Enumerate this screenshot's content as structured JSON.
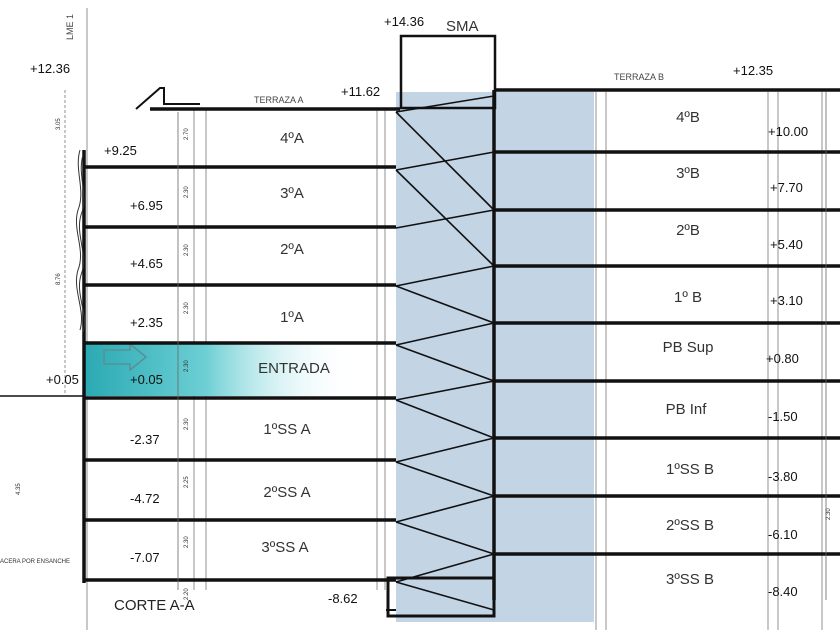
{
  "title": "CORTE A-A",
  "top_labels": {
    "sma": "SMA",
    "sma_level": "+14.36",
    "terrace_a": "TERRAZA A",
    "terrace_b": "TERRAZA B",
    "lme": "LME 1",
    "sidewalk_note": "ACERA POR ENSANCHE"
  },
  "block_a": {
    "floors": [
      "4ºA",
      "3ºA",
      "2ºA",
      "1ºA",
      "ENTRADA",
      "1ºSS A",
      "2ºSS A",
      "3ºSS A"
    ],
    "levels": [
      "+12.36",
      "+11.62",
      "+9.25",
      "+6.95",
      "+4.65",
      "+2.35",
      "+0.05",
      "+0.05",
      "-2.37",
      "-4.72",
      "-7.07",
      "-8.62"
    ]
  },
  "block_b": {
    "floors": [
      "4ºB",
      "3ºB",
      "2ºB",
      "1º B",
      "PB Sup",
      "PB Inf",
      "1ºSS B",
      "2ºSS B",
      "3ºSS B"
    ],
    "levels": [
      "+12.35",
      "+10.00",
      "+7.70",
      "+5.40",
      "+3.10",
      "+0.80",
      "-1.50",
      "-3.80",
      "-6.10",
      "-8.40"
    ]
  },
  "dimensions": [
    "3.05",
    "2.70",
    "2.30",
    "2.30",
    "2.30",
    "2.30",
    "2.30",
    "2.25",
    "2.30",
    "2.20",
    "8.76",
    "4.35",
    "2.30"
  ],
  "colors": {
    "ramp": "#c3d4e5",
    "entrance": "#3fb8c0",
    "line": "#111111"
  }
}
